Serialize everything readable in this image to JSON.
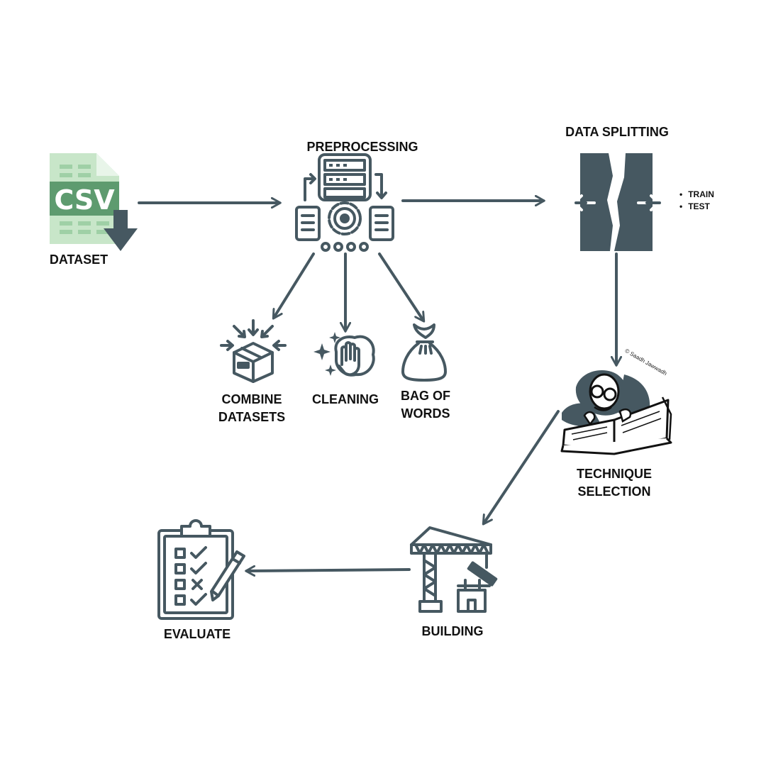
{
  "diagram": {
    "colors": {
      "icon": "#465861",
      "csv_dark": "#5e9b6f",
      "csv_light": "#c8e6c9",
      "text": "#111111"
    },
    "nodes": {
      "dataset": {
        "label": "DATASET",
        "icon": "csv-file-download-icon",
        "badge": "CSV"
      },
      "preprocessing": {
        "label": "PREPROCESSING",
        "icon": "server-gear-icon"
      },
      "data_splitting": {
        "label": "DATA SPLITTING",
        "icon": "split-block-icon",
        "items": [
          "TRAIN",
          "TEST"
        ]
      },
      "combine": {
        "label_line1": "COMBINE",
        "label_line2": "DATASETS",
        "icon": "box-converge-icon"
      },
      "cleaning": {
        "label": "CLEANING",
        "icon": "wipe-hand-icon"
      },
      "bag_of_words": {
        "label_line1": "BAG OF",
        "label_line2": "WORDS",
        "icon": "sack-icon"
      },
      "technique_selection": {
        "label_line1": "TECHNIQUE",
        "label_line2": "SELECTION",
        "icon": "reader-with-book-icon",
        "credit": "© Saadh Jawwadh"
      },
      "building": {
        "label": "BUILDING",
        "icon": "crane-icon"
      },
      "evaluate": {
        "label": "EVALUATE",
        "icon": "clipboard-checklist-icon"
      }
    },
    "edges": [
      {
        "from": "dataset",
        "to": "preprocessing"
      },
      {
        "from": "preprocessing",
        "to": "data_splitting"
      },
      {
        "from": "preprocessing",
        "to": "combine"
      },
      {
        "from": "preprocessing",
        "to": "cleaning"
      },
      {
        "from": "preprocessing",
        "to": "bag_of_words"
      },
      {
        "from": "data_splitting",
        "to": "technique_selection"
      },
      {
        "from": "technique_selection",
        "to": "building"
      },
      {
        "from": "building",
        "to": "evaluate"
      }
    ]
  }
}
